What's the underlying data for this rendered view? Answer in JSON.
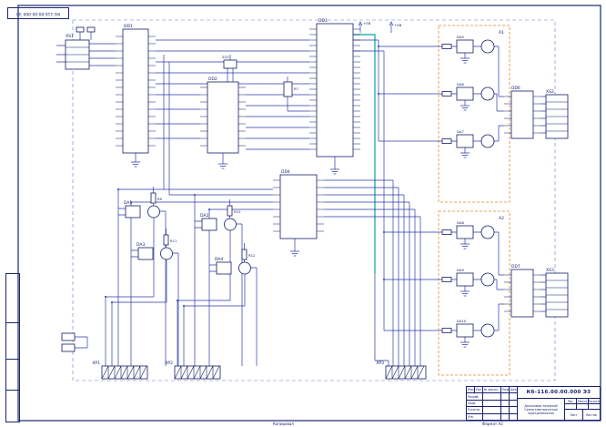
{
  "stamps": {
    "corner": "Кб-116.00.00.000 Э3",
    "copied": "Копировал",
    "format": "Формат А2"
  },
  "title_block": {
    "doc_number": "Кб-116.00.00.000 Э3",
    "col0": "Изм.",
    "col1": "Лист",
    "col2": "№ докум.",
    "col3": "Подп.",
    "col4": "Дата",
    "r1": "Разраб.",
    "r2": "Пров.",
    "r3": "Н.контр.",
    "r4": "Утв.",
    "name1": "Дальномер лазерный",
    "name2": "Схема электрическая",
    "name3": "принципиальная",
    "lit": "Лит.",
    "mass": "Масса",
    "scale": "Масштаб",
    "list": "Лист",
    "listov": "Листов"
  },
  "components": {
    "xs1": "XS1",
    "dd1": "DD1",
    "dd2": "DD2",
    "dd3": "DD3",
    "dd4": "DD4",
    "dd6": "DD6",
    "dd7": "DD7",
    "zq1": "ZQ1",
    "r7": "R7",
    "da1": "DA1",
    "da2": "DA2",
    "da3": "DA3",
    "da4": "DA4",
    "da5": "DA5",
    "da6": "DA6",
    "da7": "DA7",
    "da8": "DA8",
    "da9": "DA9",
    "da10": "DA10",
    "r9": "R9",
    "r10": "R10",
    "r11": "R11",
    "r12": "R12",
    "xp1": "XP1",
    "xp2": "XP2",
    "xp3": "XP3",
    "xs2": "XS2",
    "xs3": "XS3",
    "a1": "A1",
    "a2": "A2",
    "plus5": "+5В"
  },
  "colors": {
    "wire": "#2b3aa6",
    "component": "#141c63",
    "teal_bus": "#00a896",
    "module_box": "#e2892b",
    "frame": "#1c2670"
  }
}
